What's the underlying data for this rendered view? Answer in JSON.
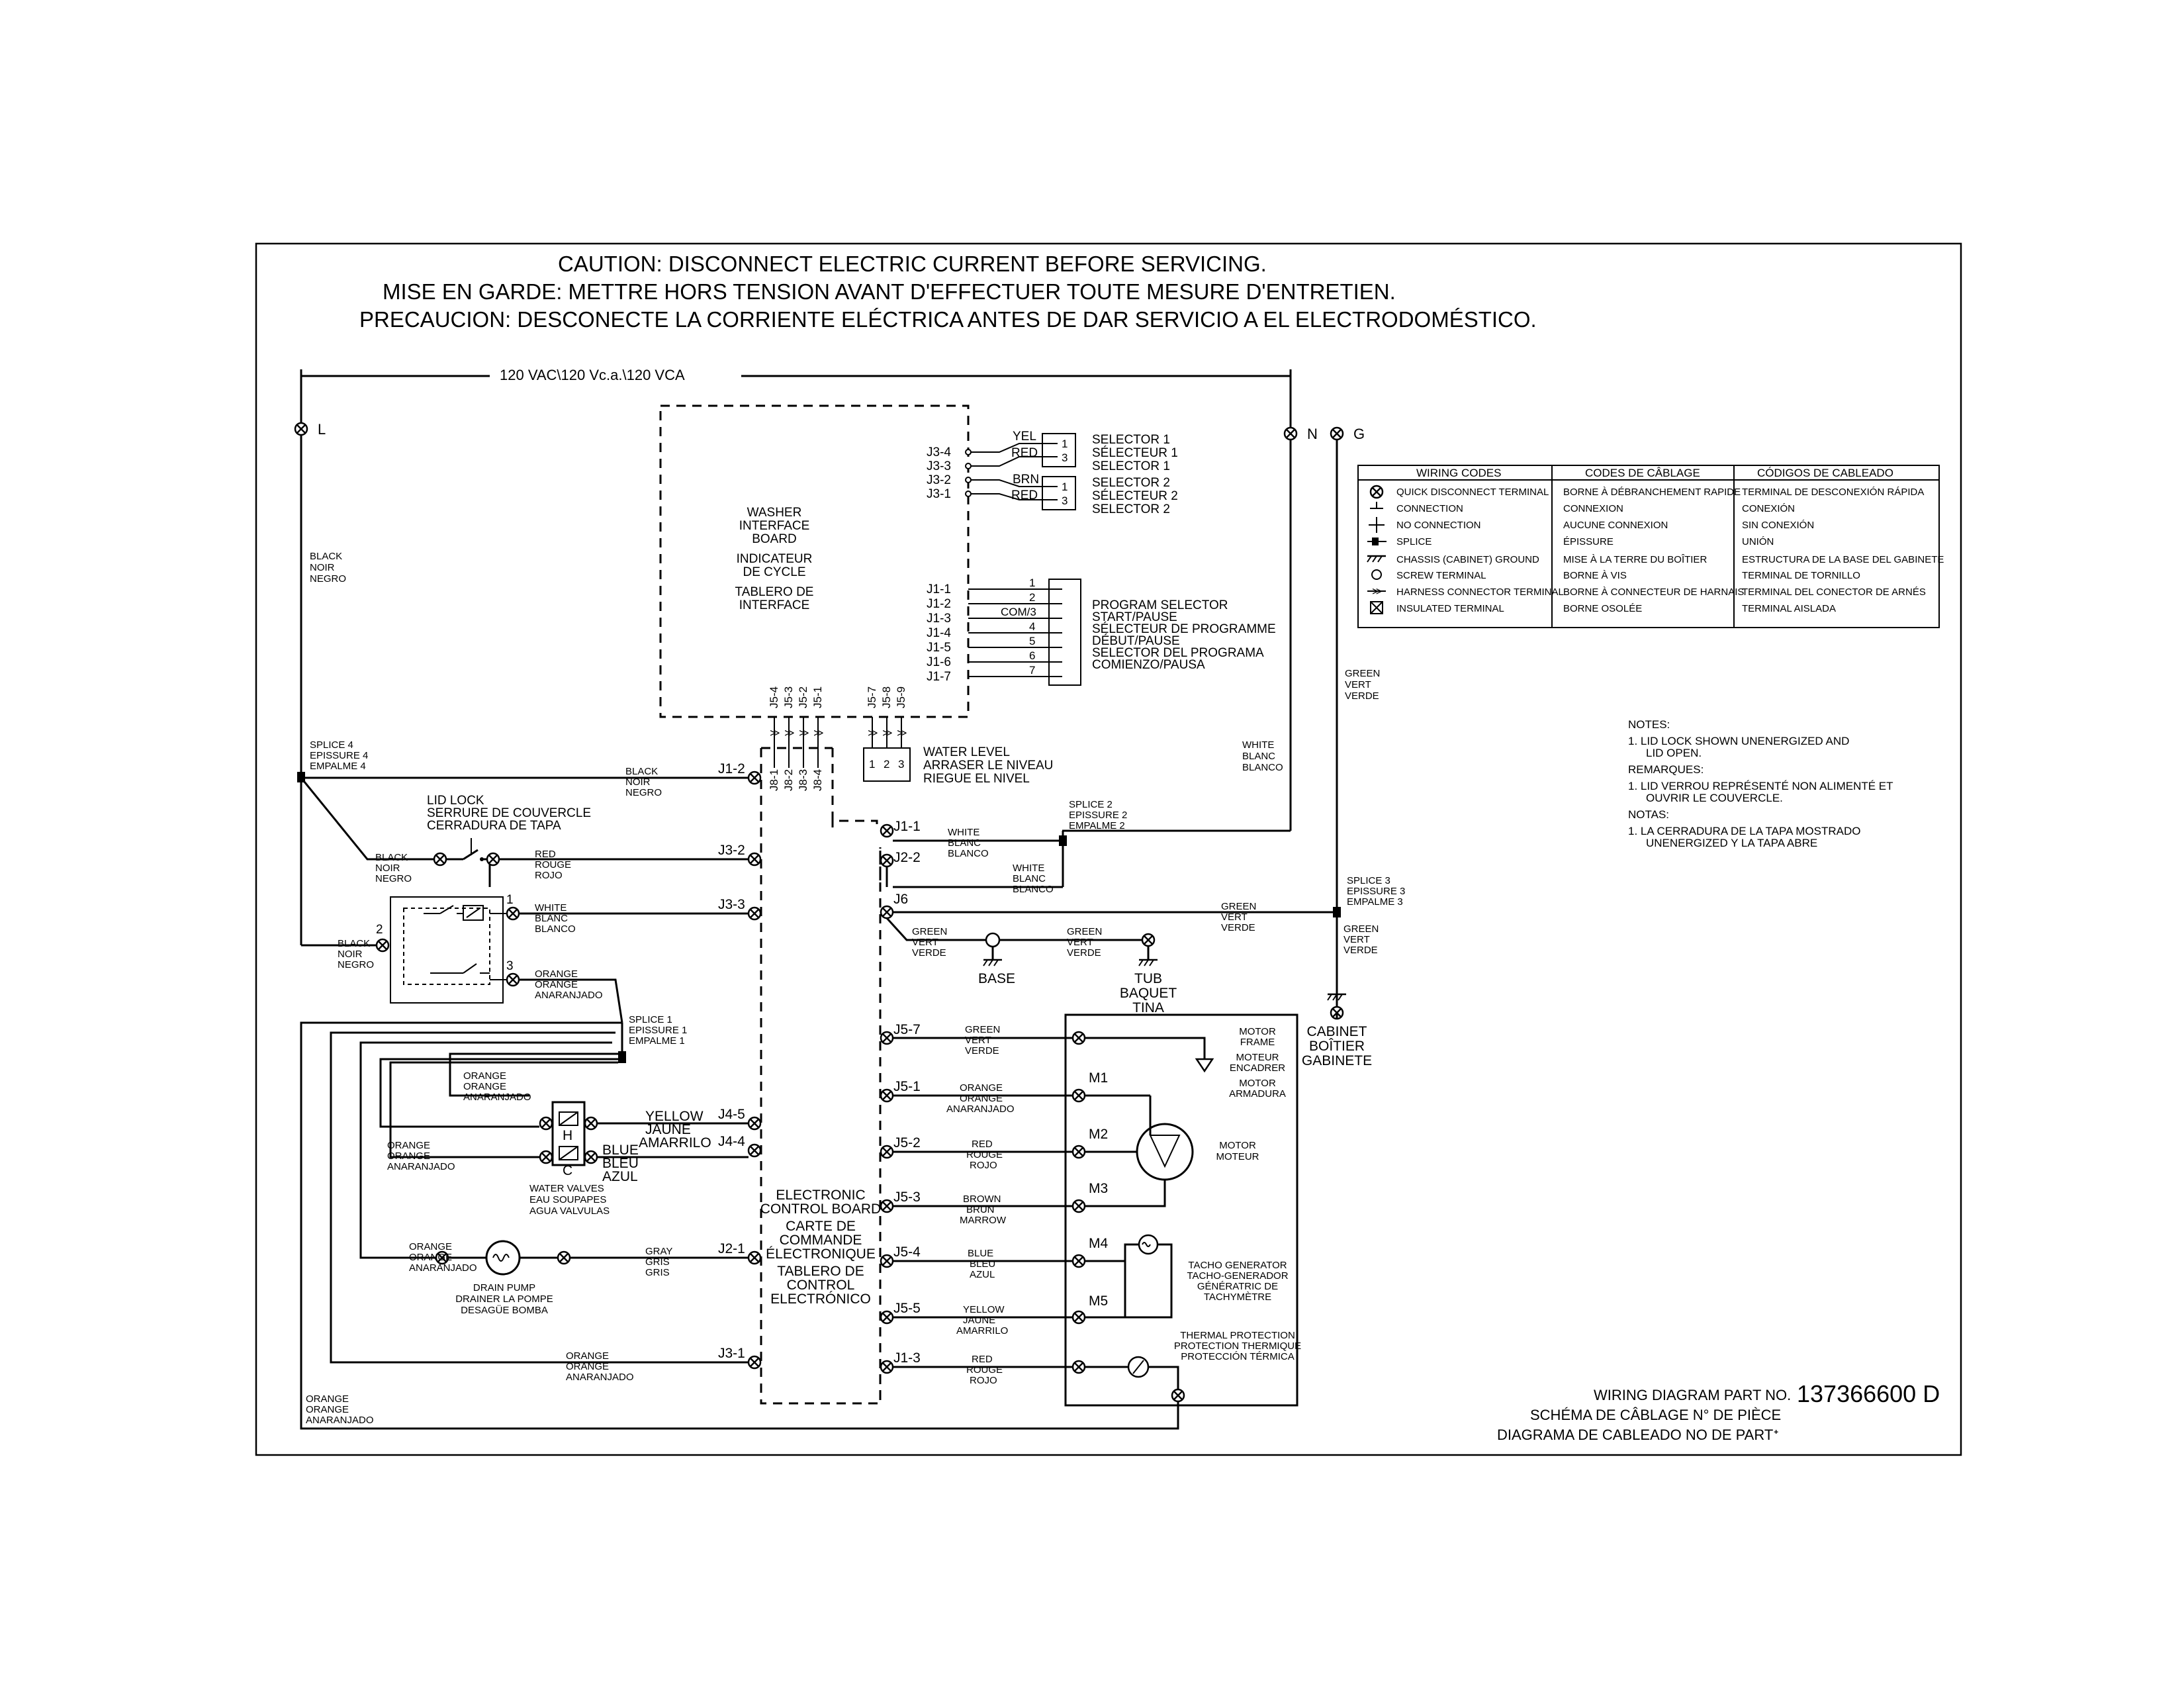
{
  "caution": {
    "en": "CAUTION: DISCONNECT ELECTRIC CURRENT BEFORE SERVICING.",
    "fr": "MISE EN GARDE: METTRE HORS TENSION AVANT D'EFFECTUER TOUTE MESURE D'ENTRETIEN.",
    "es": "PRECAUCION: DESCONECTE LA CORRIENTE ELÉCTRICA ANTES DE DAR SERVICIO A EL ELECTRODOMÉSTICO."
  },
  "supply": {
    "voltage": "120 VAC\\120 Vc.a.\\120 VCA",
    "L": "L",
    "N": "N",
    "G": "G"
  },
  "wires": {
    "black": [
      "BLACK",
      "NOIR",
      "NEGRO"
    ],
    "white": [
      "WHITE",
      "BLANC",
      "BLANCO"
    ],
    "green": [
      "GREEN",
      "VERT",
      "VERDE"
    ],
    "red": [
      "RED",
      "ROUGE",
      "ROJO"
    ],
    "orange": [
      "ORANGE",
      "ORANGE",
      "ANARANJADO"
    ],
    "yellow": [
      "YELLOW",
      "JAUNE",
      "AMARRILO"
    ],
    "blue": [
      "BLUE",
      "BLEU",
      "AZUL"
    ],
    "gray": [
      "GRAY",
      "GRIS",
      "GRIS"
    ],
    "brown": [
      "BROWN",
      "BRUN",
      "MARROW"
    ]
  },
  "interface_board": {
    "lines": [
      "WASHER",
      "INTERFACE",
      "BOARD",
      "INDICATEUR",
      "DE CYCLE",
      "TABLERO DE",
      "INTERFACE"
    ],
    "j3_pins": [
      "J3-4",
      "J3-3",
      "J3-2",
      "J3-1"
    ],
    "j1_pins": [
      "J1-1",
      "J1-2",
      "J1-3",
      "J1-4",
      "J1-5",
      "J1-6",
      "J1-7"
    ],
    "j5_pins_a": [
      "J5-4",
      "J5-3",
      "J5-2",
      "J5-1"
    ],
    "j5_pins_b": [
      "J5-7",
      "J5-8",
      "J5-9"
    ]
  },
  "selectors": {
    "wires": [
      "YEL",
      "RED",
      "BRN",
      "RED"
    ],
    "sel1": [
      "SELECTOR 1",
      "SÉLECTEUR 1",
      "SELECTOR 1"
    ],
    "sel2": [
      "SELECTOR 2",
      "SÉLECTEUR 2",
      "SELECTOR 2"
    ],
    "pins": [
      "1",
      "3",
      "1",
      "3"
    ]
  },
  "program_selector": {
    "lines": [
      "PROGRAM SELECTOR",
      "START/PAUSE",
      "SÉLECTEUR DE PROGRAMME",
      "DÉBUT/PAUSE",
      "SELECTOR DEL PROGRAMA",
      "COMIENZO/PAUSA"
    ],
    "pins": [
      "1",
      "2",
      "COM/3",
      "4",
      "5",
      "6",
      "7"
    ]
  },
  "water_level": {
    "lines": [
      "WATER LEVEL",
      "ARRASER LE NIVEAU",
      "RIEGUE EL NIVEL"
    ],
    "pins": [
      "1",
      "2",
      "3"
    ]
  },
  "j8_pins": [
    "J8-1",
    "J8-2",
    "J8-3",
    "J8-4"
  ],
  "splices": {
    "s1": [
      "SPLICE 1",
      "EPISSURE 1",
      "EMPALME 1"
    ],
    "s2": [
      "SPLICE 2",
      "EPISSURE 2",
      "EMPALME 2"
    ],
    "s3": [
      "SPLICE 3",
      "EPISSURE 3",
      "EMPALME 3"
    ],
    "s4": [
      "SPLICE 4",
      "EPISSURE 4",
      "EMPALME 4"
    ]
  },
  "lid_lock": {
    "lines": [
      "LID LOCK",
      "SERRURE DE COUVERCLE",
      "CERRADURA DE TAPA"
    ],
    "pins": [
      "1",
      "2",
      "3"
    ]
  },
  "control_board": {
    "lines": [
      "ELECTRONIC",
      "CONTROL BOARD",
      "CARTE DE",
      "COMMANDE",
      "ÉLECTRONIQUE",
      "TABLERO DE",
      "CONTROL",
      "ELECTRÓNICO"
    ],
    "left_pins": [
      "J1-2",
      "J3-2",
      "J3-3",
      "J4-5",
      "J4-4",
      "J2-1",
      "J3-1"
    ],
    "right_pins": [
      "J1-1",
      "J2-2",
      "J6",
      "J5-7",
      "J5-1",
      "J5-2",
      "J5-3",
      "J5-4",
      "J5-5",
      "J1-3"
    ]
  },
  "water_valves": {
    "lines": [
      "WATER VALVES",
      "EAU SOUPAPES",
      "AGUA VALVULAS"
    ],
    "hot": "H",
    "cold": "C"
  },
  "drain_pump": [
    "DRAIN PUMP",
    "DRAINER LA POMPE",
    "DESAGÜE BOMBA"
  ],
  "grounds": {
    "base": "BASE",
    "tub": [
      "TUB",
      "BAQUET",
      "TINA"
    ],
    "cabinet": [
      "CABINET",
      "BOÎTIER",
      "GABINETE"
    ]
  },
  "motor": {
    "frame": [
      "MOTOR",
      "FRAME",
      "MOTEUR",
      "ENCADRER",
      "MOTOR",
      "ARMADURA"
    ],
    "name": [
      "MOTOR",
      "MOTEUR"
    ],
    "terminals": [
      "M1",
      "M2",
      "M3",
      "M4",
      "M5"
    ],
    "tacho": [
      "TACHO GENERATOR",
      "TACHO-GENERADOR",
      "GÉNÉRATRIC DE",
      "TACHYMÈTRE"
    ],
    "thermal": [
      "THERMAL PROTECTION",
      "PROTECTION THERMIQUE",
      "PROTECCIÓN TÉRMICA"
    ]
  },
  "legend": {
    "headers": [
      "WIRING CODES",
      "CODES DE CÂBLAGE",
      "CÓDIGOS DE CABLEADO"
    ],
    "rows": [
      [
        "QUICK DISCONNECT TERMINAL",
        "BORNE À DÉBRANCHEMENT RAPIDE",
        "TERMINAL DE DESCONEXIÓN RÁPIDA"
      ],
      [
        "CONNECTION",
        "CONNEXION",
        "CONEXIÓN"
      ],
      [
        "NO CONNECTION",
        "AUCUNE CONNEXION",
        "SIN CONEXIÓN"
      ],
      [
        "SPLICE",
        "ÉPISSURE",
        "UNIÓN"
      ],
      [
        "CHASSIS (CABINET) GROUND",
        "MISE À LA TERRE DU BOÎTIER",
        "ESTRUCTURA DE LA BASE DEL GABINETE"
      ],
      [
        "SCREW TERMINAL",
        "BORNE À VIS",
        "TERMINAL DE TORNILLO"
      ],
      [
        "HARNESS CONNECTOR TERMINAL",
        "BORNE À CONNECTEUR DE HARNAIS",
        "TERMINAL DEL CONECTOR DE ARNÉS"
      ],
      [
        "INSULATED TERMINAL",
        "BORNE OSOLÉE",
        "TERMINAL AISLADA"
      ]
    ]
  },
  "notes": {
    "lines": [
      "NOTES:",
      "1. LID LOCK SHOWN UNENERGIZED AND",
      "LID OPEN.",
      "REMARQUES:",
      "1. LID VERROU REPRÉSENTÉ NON ALIMENTÉ ET",
      "OUVRIR LE COUVERCLE.",
      "NOTAS:",
      "1. LA CERRADURA DE LA TAPA MOSTRADO",
      "UNENERGIZED Y LA TAPA ABRE"
    ]
  },
  "part": {
    "line1": "WIRING DIAGRAM PART NO.",
    "number": "137366600 D",
    "line2": "SCHÉMA DE CÂBLAGE N° DE PIÈCE",
    "line3": "DIAGRAMA DE CABLEADO NO DE PARTᐩ"
  }
}
